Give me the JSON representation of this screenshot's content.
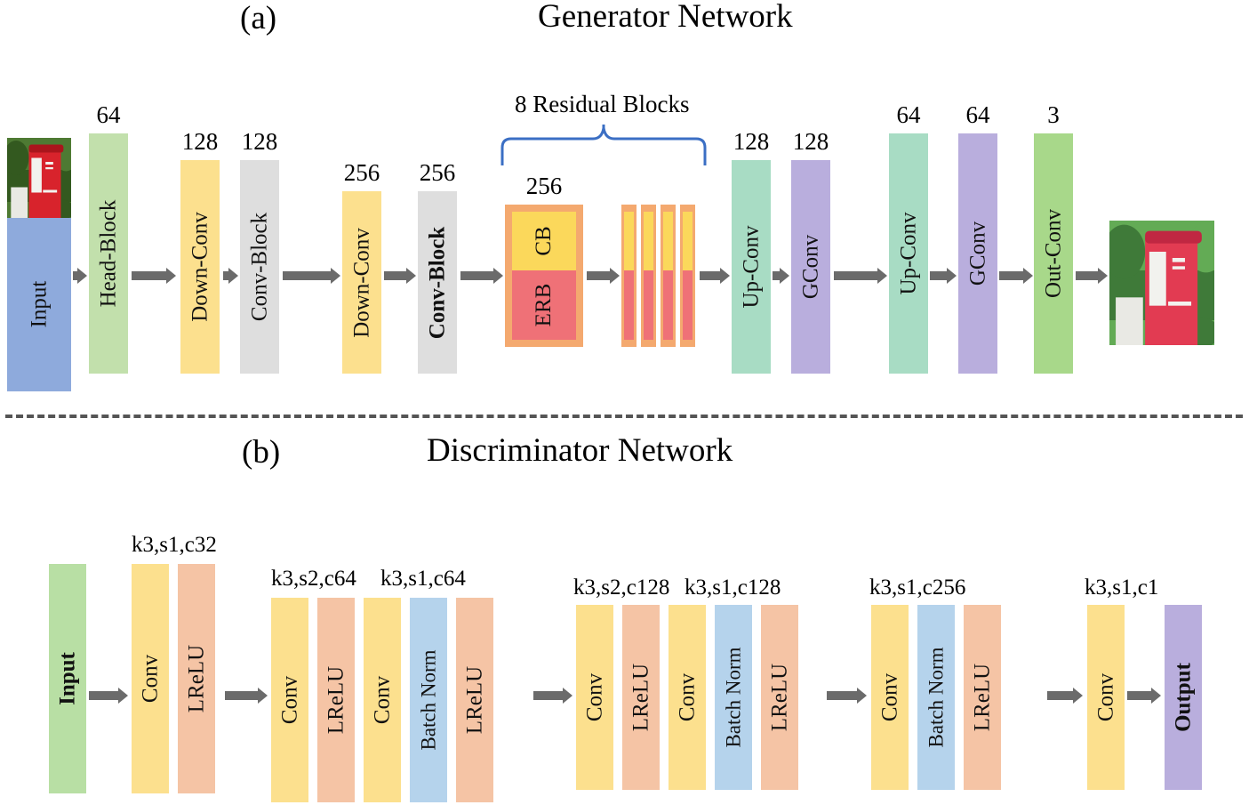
{
  "figure": {
    "panel_a": {
      "letter": "(a)",
      "title": "Generator Network"
    },
    "panel_b": {
      "letter": "(b)",
      "title": "Discriminator Network"
    }
  },
  "generator": {
    "input_photo_name": "input-image-red-postbox",
    "output_photo_name": "output-image-red-postbox-stylized",
    "residual_brace_label": "8 Residual Blocks",
    "blocks": [
      {
        "label": "Input",
        "channels": "",
        "color": "#8eaadc"
      },
      {
        "label": "Head-Block",
        "channels": "64",
        "color": "#c2e0ac"
      },
      {
        "label": "Down-Conv",
        "channels": "128",
        "color": "#fce08e"
      },
      {
        "label": "Conv-Block",
        "channels": "128",
        "color": "#dedede"
      },
      {
        "label": "Down-Conv",
        "channels": "256",
        "color": "#fce08e"
      },
      {
        "label": "Conv-Block",
        "channels": "256",
        "color": "#dedede"
      },
      {
        "label": "Up-Conv",
        "channels": "128",
        "color": "#a8dcc4"
      },
      {
        "label": "GConv",
        "channels": "128",
        "color": "#b9aedd"
      },
      {
        "label": "Up-Conv",
        "channels": "64",
        "color": "#a8dcc4"
      },
      {
        "label": "GConv",
        "channels": "64",
        "color": "#b9aedd"
      },
      {
        "label": "Out-Conv",
        "channels": "3",
        "color": "#a8d88a"
      }
    ],
    "residual": {
      "channels": "256",
      "top_label": "CB",
      "bottom_label": "ERB",
      "outer_color": "#f4a96f",
      "cb_color": "#fbd85b",
      "erb_color": "#ef7177",
      "repeat_count": 4
    }
  },
  "discriminator": {
    "input_label": "Input",
    "output_label": "Output",
    "input_color": "#b8dfa4",
    "output_color": "#b9aedd",
    "conv_color": "#fce08e",
    "lrelu_color": "#f5c4a5",
    "bn_color": "#b5d3ec",
    "groups": [
      {
        "specs": [
          "k3,s1,c32"
        ],
        "layers": [
          "Conv",
          "LReLU"
        ]
      },
      {
        "specs": [
          "k3,s2,c64",
          "k3,s1,c64"
        ],
        "layers": [
          "Conv",
          "LReLU",
          "Conv",
          "Batch Norm",
          "LReLU"
        ]
      },
      {
        "specs": [
          "k3,s2,c128",
          "k3,s1,c128"
        ],
        "layers": [
          "Conv",
          "LReLU",
          "Conv",
          "Batch Norm",
          "LReLU"
        ]
      },
      {
        "specs": [
          "k3,s1,c256"
        ],
        "layers": [
          "Conv",
          "Batch Norm",
          "LReLU"
        ]
      },
      {
        "specs": [
          "k3,s1,c1"
        ],
        "layers": [
          "Conv"
        ]
      }
    ]
  }
}
